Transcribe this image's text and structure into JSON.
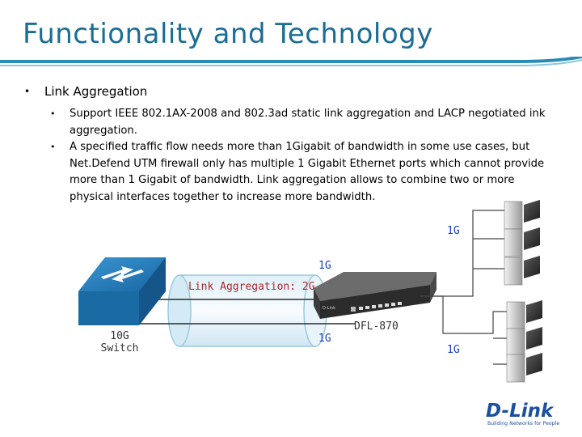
{
  "slide": {
    "title": "Functionality and Technology",
    "bullet": "Link Aggregation",
    "sub_bullets": [
      "Support IEEE 802.1AX-2008 and 802.3ad static link aggregation and LACP negotiated ink aggregation.",
      "A specified traffic flow needs more than 1Gigabit of bandwidth in some use cases, but Net.Defend UTM firewall only has multiple 1 Gigabit Ethernet ports which cannot provide more than 1 Gigabit of bandwidth. Link aggregation allows to combine two or more physical interfaces together to increase more bandwidth."
    ]
  },
  "diagram": {
    "aggregation_label": "Link Aggregation: 2G",
    "link_top": "1G",
    "link_bottom": "1G",
    "upper_group_link": "1G",
    "lower_group_link": "1G",
    "switch_label_line1": "10G",
    "switch_label_line2": "Switch",
    "firewall_label": "DFL-870",
    "device_badge": "D-Link"
  },
  "logo": {
    "brand": "D-Link",
    "tagline": "Building Networks for People"
  },
  "colors": {
    "title": "#1a6d93",
    "accent_line": "#2a8bb5",
    "link_label": "#1540c8",
    "aggregation_label": "#b0252b",
    "switch_blue": "#1f78b4",
    "logo_blue": "#1c4fa0"
  }
}
